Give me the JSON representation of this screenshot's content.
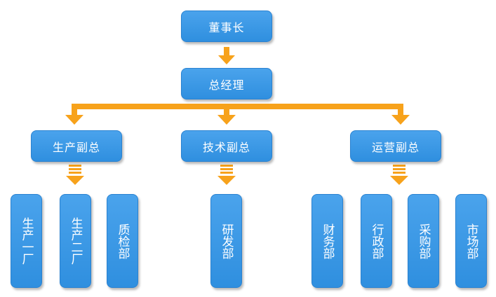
{
  "chart": {
    "chairman": "董事长",
    "general_manager": "总经理",
    "vps": [
      {
        "label": "生产副总",
        "departments": [
          "生产一厂",
          "生产二厂",
          "质检部"
        ]
      },
      {
        "label": "技术副总",
        "departments": [
          "研发部"
        ]
      },
      {
        "label": "运营副总",
        "departments": [
          "财务部",
          "行政部",
          "采购部",
          "市场部"
        ]
      }
    ]
  },
  "colors": {
    "box": "#3594e3",
    "box_border": "#2a82d1",
    "text": "#ffffff",
    "connector": "#f7a21b"
  }
}
